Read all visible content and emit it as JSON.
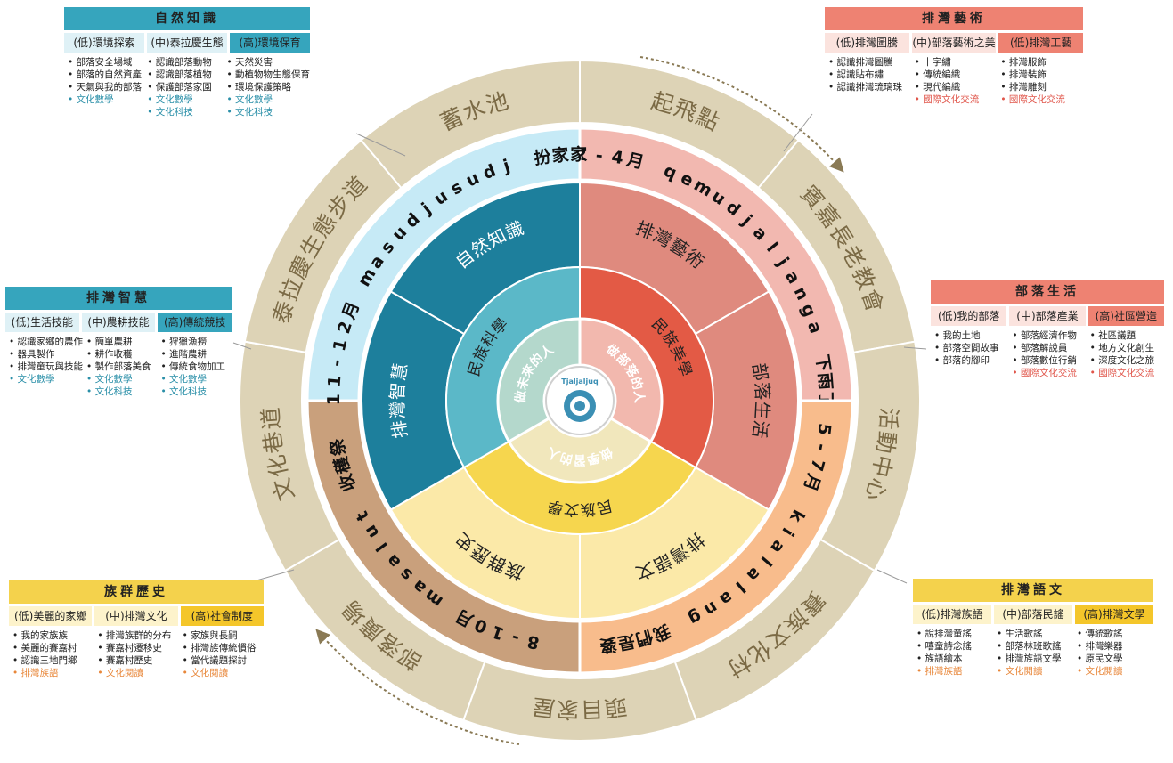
{
  "outer_ring": {
    "labels": [
      "起飛點",
      "賓嘉長老教會",
      "活動中心",
      "賽族文化村",
      "頭目家屋",
      "部落廣場",
      "文化巷道",
      "泰拉慶生態步道",
      "蓄水池"
    ]
  },
  "season_ring": {
    "segments": [
      {
        "text": "2-4月 qemudjaljanga 下雨了",
        "color": "#f2b8b0"
      },
      {
        "text": "5-7月 kialalang 我們是婆",
        "color": "#f8bc8c"
      },
      {
        "text": "8-10月 masalut 收穫祭",
        "color": "#c9a07c"
      },
      {
        "text": "11-12月 masudjusudj 扮家家",
        "color": "#c6eaf6"
      }
    ]
  },
  "domain_ring": {
    "labels": [
      "排灣藝術",
      "部落生活",
      "排灣語文",
      "族群歷史",
      "排灣智慧",
      "自然知識"
    ],
    "colors": [
      "#df8a7e",
      "#df8a7e",
      "#fbe9a8",
      "#fbe9a8",
      "#1d7f9c",
      "#1d7f9c"
    ]
  },
  "core_ring": {
    "labels": [
      "民族美學",
      "民族文學",
      "民族科學"
    ],
    "colors": [
      "#e35a45",
      "#f6d64e",
      "#5bb8c8"
    ]
  },
  "center_ring": {
    "labels": [
      "做部落的人",
      "做學習的人",
      "做未來的人"
    ],
    "colors": [
      "#f2b8ae",
      "#f1e7bc",
      "#b4d8cc"
    ]
  },
  "logo_text": "Tjaljaljuq",
  "boxes": [
    {
      "id": "nature",
      "theme": "blue",
      "title": "自然知識",
      "tabs": [
        "(低)環境探索",
        "(中)泰拉慶生態",
        "(高)環境保育"
      ],
      "cols": [
        [
          {
            "t": "部落安全場域"
          },
          {
            "t": "部落的自然資產"
          },
          {
            "t": "天氣與我的部落"
          },
          {
            "t": "文化數學",
            "c": "c-blue"
          }
        ],
        [
          {
            "t": "認識部落動物"
          },
          {
            "t": "認識部落植物"
          },
          {
            "t": "保護部落家園"
          },
          {
            "t": "文化數學",
            "c": "c-blue"
          },
          {
            "t": "文化科技",
            "c": "c-blue"
          }
        ],
        [
          {
            "t": "天然災害"
          },
          {
            "t": "動植物物生態保育"
          },
          {
            "t": "環境保護策略"
          },
          {
            "t": "文化數學",
            "c": "c-blue"
          },
          {
            "t": "文化科技",
            "c": "c-blue"
          }
        ]
      ]
    },
    {
      "id": "arts",
      "theme": "red",
      "title": "排灣藝術",
      "tabs": [
        "(低)排灣圖騰",
        "(中)部落藝術之美",
        "(低)排灣工藝"
      ],
      "cols": [
        [
          {
            "t": "認識排灣圖騰"
          },
          {
            "t": "認識貼布繡"
          },
          {
            "t": "認識排灣琉璃珠"
          }
        ],
        [
          {
            "t": "十字繡"
          },
          {
            "t": "傳統編織"
          },
          {
            "t": "現代編織"
          },
          {
            "t": "國際文化交流",
            "c": "c-red"
          }
        ],
        [
          {
            "t": "排灣服飾"
          },
          {
            "t": "排灣裝飾"
          },
          {
            "t": "排灣雕刻"
          },
          {
            "t": "國際文化交流",
            "c": "c-red"
          }
        ]
      ]
    },
    {
      "id": "wisdom",
      "theme": "blue",
      "title": "排灣智慧",
      "tabs": [
        "(低)生活技能",
        "(中)農耕技能",
        "(高)傳統競技"
      ],
      "cols": [
        [
          {
            "t": "認識家鄉的農作"
          },
          {
            "t": "器具製作"
          },
          {
            "t": "排灣童玩與技能"
          },
          {
            "t": "文化數學",
            "c": "c-blue"
          }
        ],
        [
          {
            "t": "簡單農耕"
          },
          {
            "t": "耕作收穫"
          },
          {
            "t": "製作部落美食"
          },
          {
            "t": "文化數學",
            "c": "c-blue"
          },
          {
            "t": "文化科技",
            "c": "c-blue"
          }
        ],
        [
          {
            "t": "狩獵漁撈"
          },
          {
            "t": "進階農耕"
          },
          {
            "t": "傳統食物加工"
          },
          {
            "t": "文化數學",
            "c": "c-blue"
          },
          {
            "t": "文化科技",
            "c": "c-blue"
          }
        ]
      ]
    },
    {
      "id": "life",
      "theme": "red",
      "title": "部落生活",
      "tabs": [
        "(低)我的部落",
        "(中)部落產業",
        "(高)社區營造"
      ],
      "cols": [
        [
          {
            "t": "我的土地"
          },
          {
            "t": "部落空間故事"
          },
          {
            "t": "部落的腳印"
          }
        ],
        [
          {
            "t": "部落經濟作物"
          },
          {
            "t": "部落解說員"
          },
          {
            "t": "部落數位行銷"
          },
          {
            "t": "國際文化交流",
            "c": "c-red"
          }
        ],
        [
          {
            "t": "社區議題"
          },
          {
            "t": "地方文化創生"
          },
          {
            "t": "深度文化之旅"
          },
          {
            "t": "國際文化交流",
            "c": "c-red"
          }
        ]
      ]
    },
    {
      "id": "history",
      "theme": "yel",
      "title": "族群歷史",
      "tabs": [
        "(低)美麗的家鄉",
        "(中)排灣文化",
        "(高)社會制度"
      ],
      "cols": [
        [
          {
            "t": "我的家族族"
          },
          {
            "t": "美麗的賽嘉村"
          },
          {
            "t": "認識三地門鄉"
          },
          {
            "t": "排灣族語",
            "c": "c-org"
          }
        ],
        [
          {
            "t": "排灣族群的分布"
          },
          {
            "t": "賽嘉村遷移史"
          },
          {
            "t": "賽嘉村歷史"
          },
          {
            "t": "文化閱讀",
            "c": "c-org"
          }
        ],
        [
          {
            "t": "家族與長嗣"
          },
          {
            "t": "排灣族傳統慣俗"
          },
          {
            "t": "當代議題探討"
          },
          {
            "t": "文化閱讀",
            "c": "c-org"
          }
        ]
      ]
    },
    {
      "id": "language",
      "theme": "yel",
      "title": "排灣語文",
      "tabs": [
        "(低)排灣族語",
        "(中)部落民謠",
        "(高)排灣文學"
      ],
      "cols": [
        [
          {
            "t": "說排灣童謠"
          },
          {
            "t": "嘻童詩念謠"
          },
          {
            "t": "族語繪本"
          },
          {
            "t": "排灣族語",
            "c": "c-org"
          }
        ],
        [
          {
            "t": "生活歌謠"
          },
          {
            "t": "部落林班歌謠"
          },
          {
            "t": "排灣族語文學"
          },
          {
            "t": "文化閱讀",
            "c": "c-org"
          }
        ],
        [
          {
            "t": "傳統歌謠"
          },
          {
            "t": "排灣樂器"
          },
          {
            "t": "原民文學"
          },
          {
            "t": "文化閱讀",
            "c": "c-org"
          }
        ]
      ]
    }
  ]
}
